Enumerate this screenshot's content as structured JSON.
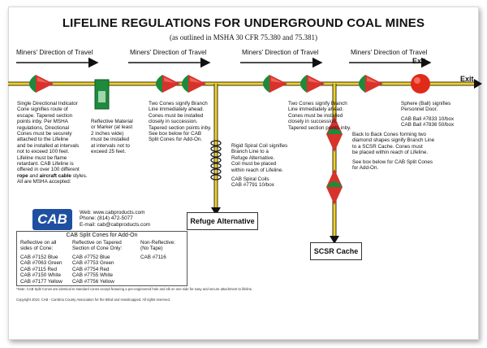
{
  "title": "LIFELINE REGULATIONS FOR UNDERGROUND COAL MINES",
  "subtitle": "(as outlined in MSHA 30 CFR 75.380 and 75.381)",
  "direction_labels": [
    "Miners' Direction of Travel",
    "Miners' Direction of Travel",
    "Miners' Direction of Travel",
    "Miners' Direction of Travel"
  ],
  "exit_label": "Exit",
  "exit_label_main": "Exit",
  "notes": {
    "single_cone": [
      "Single Directional Indicator",
      "Cone signifies route of",
      "escape. Tapered section",
      "points inby. Per MSHA",
      "regulations, Directional",
      "Cones must be securely",
      "attached to the Lifeline",
      "and be installed at intervals",
      "not to exceed 100 feet.",
      "Lifeline must be flame",
      "retardant. CAB Lifeline is",
      "offered in over 100 different"
    ],
    "single_cone_rope_prefix": "rope",
    "single_cone_and": " and ",
    "single_cone_cable": "aircraft cable",
    "single_cone_suffix": " styles.",
    "single_cone_last": "All are MSHA accepted:",
    "reflective": [
      "Reflective Material",
      "or Marker (at least",
      "2 inches wide)",
      "must be installed",
      "at intervals not to",
      "exceed 25 feet."
    ],
    "two_cones_1": [
      "Two Cones signify Branch",
      "Line immediately ahead.",
      "Cones must be installed",
      "closely in succession.",
      "Tapered section points inby.",
      "See box below for CAB",
      "Split Cones for Add-On."
    ],
    "spiral": [
      "Rigid Spiral Coil signifies",
      "Branch Line to a",
      "Refuge Alternative.",
      "Coil must be placed",
      "within reach of Lifeline."
    ],
    "spiral_part": [
      "CAB Spiral Coils",
      "CAB #7791  10/box"
    ],
    "two_cones_2": [
      "Two Cones signify Branch",
      "Line immediately ahead.",
      "Cones must be installed",
      "closely in succession.",
      "Tapered section points inby."
    ],
    "sphere": [
      "Sphere (Ball) signifies",
      "Personnel Door.",
      "CAB Ball #7833 10/box",
      "CAB Ball #7836  50/box"
    ],
    "back_to_back": [
      "Back to Back Cones forming two",
      "diamond shapes signify Branch Line",
      "to a SCSR Cache. Cones must",
      "be placed within reach of Lifeline.",
      "See box below for CAB Split Cones",
      "for Add-On."
    ]
  },
  "refuge_label": "Refuge Alternative",
  "scsr_label": "SCSR Cache",
  "cab": {
    "logo": "CAB",
    "web": "Web: www.cabproducts.com",
    "phone": "Phone: (814) 472-5077",
    "email": "E-mail: cab@cabproducts.com"
  },
  "split_cones": {
    "heading": "CAB Split Cones for Add-On",
    "col1_head": [
      "Reflective on all",
      "sides of Cone:"
    ],
    "col2_head": [
      "Reflective on Tapered",
      "Section of Cone Only:"
    ],
    "col3_head": [
      "Non-Reflective:",
      "(No Tape)"
    ],
    "col1": [
      "CAB #7152  Blue",
      "CAB #7063  Green",
      "CAB #7115  Red",
      "CAB #7150  White",
      "CAB #7177  Yellow"
    ],
    "col2": [
      "CAB #7752  Blue",
      "CAB #7753  Green",
      "CAB #7754  Red",
      "CAB #7755  White",
      "CAB #7756  Yellow"
    ],
    "col3": [
      "CAB #7116"
    ]
  },
  "footnote": "*Note: CAB Split Cones are identical to standard cones except featuring a pre-engineered hole and slit on one side for easy and secure attachment to lifeline.",
  "copyright": "Copyright 2010, CAB - Cambria County Association for the Blind and Handicapped. All rights reserved.",
  "colors": {
    "cone_green": "#1e8a3c",
    "cone_red": "#d8322c",
    "line_yellow": "#f2d21b",
    "ball_red": "#e02a1a",
    "cab_blue": "#1f4fa0"
  }
}
